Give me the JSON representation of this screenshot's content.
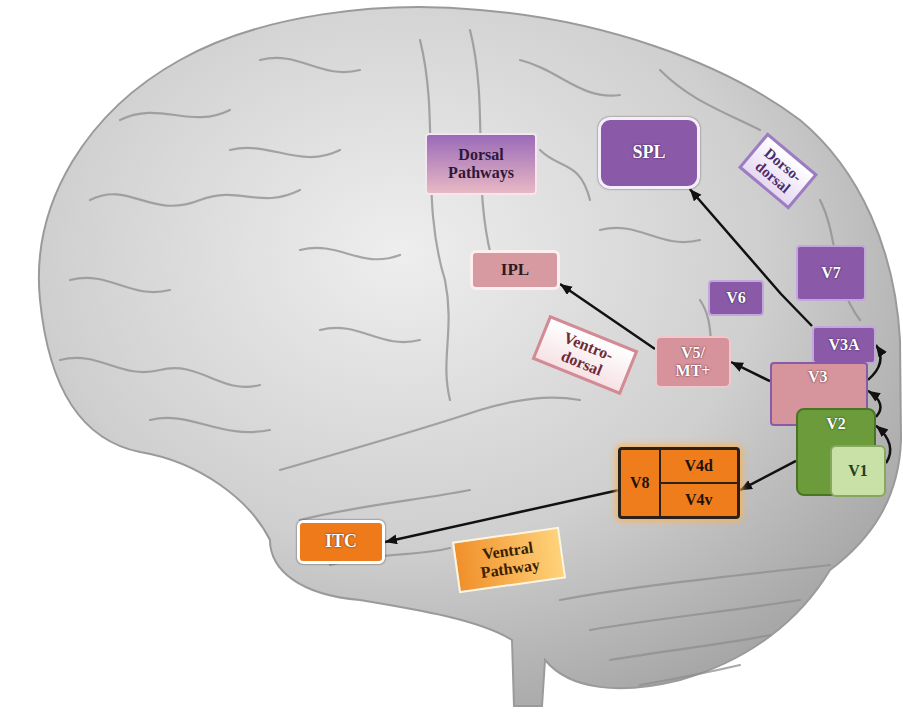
{
  "diagram": {
    "nodes": [
      {
        "text": [
          "Dorsal Pathways"
        ]
      },
      {
        "text": [
          "SPL"
        ]
      },
      {
        "text": [
          "Dorso-dorsal"
        ]
      },
      {
        "text": [
          "IPL"
        ]
      },
      {
        "text": [
          "V6"
        ]
      },
      {
        "text": [
          "V7"
        ]
      },
      {
        "text": [
          "Ventro-dorsal"
        ]
      },
      {
        "text": [
          "V5/ MT+"
        ]
      },
      {
        "text": [
          "V3A"
        ]
      },
      {
        "text": [
          "V3"
        ]
      },
      {
        "text": [
          "V2"
        ]
      },
      {
        "text": [
          "V1"
        ]
      },
      {
        "text": [
          "V8",
          "V4d",
          "V4v"
        ]
      },
      {
        "text": [
          "ITC"
        ]
      },
      {
        "text": [
          "Ventral Pathway"
        ]
      }
    ],
    "edges": [
      {
        "from": 8,
        "to": 1,
        "arrow": "to"
      },
      {
        "from": 7,
        "to": 3,
        "arrow": "to"
      },
      {
        "from": 9,
        "to": 7,
        "arrow": "to"
      },
      {
        "from": 10,
        "to": 12,
        "arrow": "to"
      },
      {
        "from": 12,
        "to": 13,
        "arrow": "to"
      },
      {
        "from": 11,
        "to": 10,
        "arrow": "to"
      },
      {
        "from": 10,
        "to": 9,
        "arrow": "to"
      },
      {
        "from": 9,
        "to": 8,
        "arrow": "to"
      }
    ]
  }
}
